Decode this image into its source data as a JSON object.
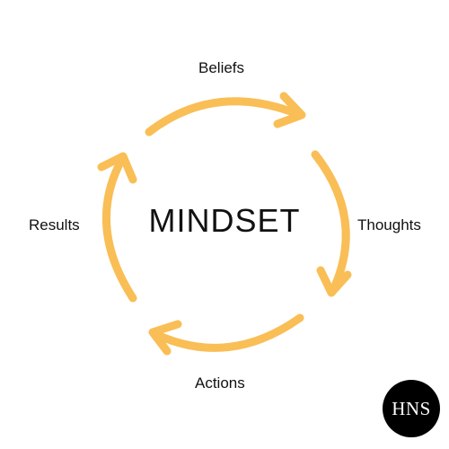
{
  "diagram": {
    "center_label": "MINDSET",
    "nodes": {
      "top": "Beliefs",
      "right": "Thoughts",
      "bottom": "Actions",
      "left": "Results"
    },
    "arrow_color": "#F9BE55",
    "flow": "clockwise"
  },
  "logo": {
    "text": "HNS",
    "background": "#000000",
    "text_color": "#FFFFFF"
  }
}
